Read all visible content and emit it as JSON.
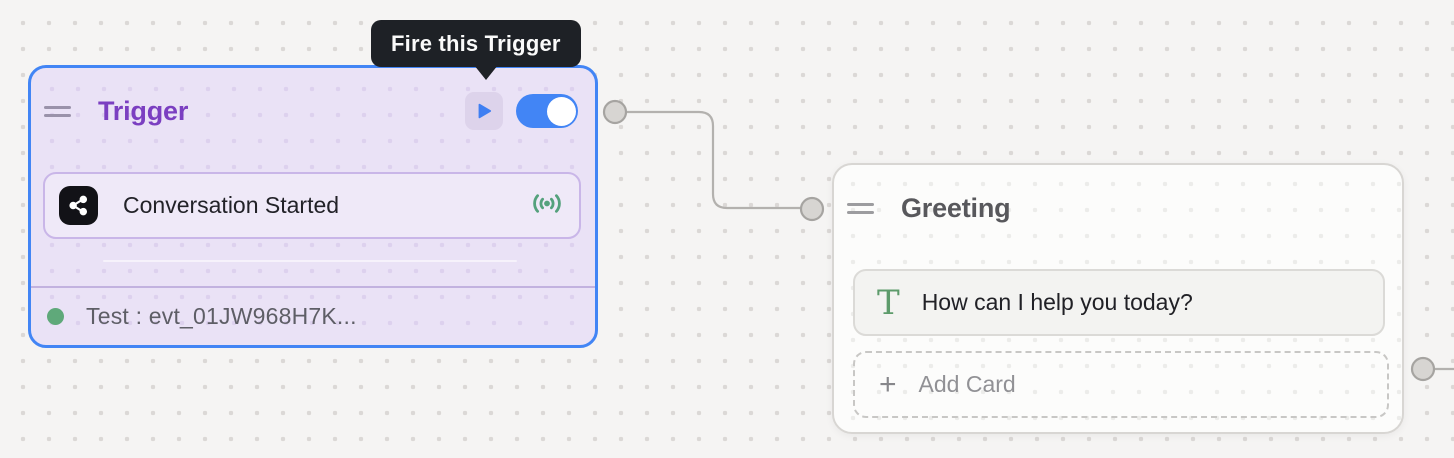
{
  "tooltip": {
    "label": "Fire this Trigger"
  },
  "trigger_node": {
    "title": "Trigger",
    "toggle_on": true,
    "event_card": {
      "label": "Conversation Started"
    },
    "footer": {
      "status_label": "Test : evt_01JW968H7K..."
    }
  },
  "greeting_node": {
    "title": "Greeting",
    "text_card": {
      "label": "How can I help you today?"
    },
    "add_card": {
      "plus": "+",
      "label": "Add Card"
    }
  },
  "icons": {
    "trigger_drag": "drag-handle-icon",
    "greeting_drag": "drag-handle-icon",
    "play": "play-icon",
    "event": "share-icon",
    "listen": "signal-waves-icon",
    "text": "text-T-icon",
    "add": "plus-icon"
  },
  "colors": {
    "canvas_bg": "#f5f4f3",
    "grid_dot": "#dbd8d6",
    "trigger_border": "#4285f5",
    "trigger_bg": "#eae2f6",
    "trigger_title": "#7b3fc1",
    "toggle_on_blue": "#4285f5",
    "tooltip_bg": "#1e2126",
    "event_card_border": "#c9b6e8",
    "signal_green": "#54a17c",
    "status_dot_green": "#5fa97a",
    "greeting_title": "#58585c",
    "text_icon_green": "#5d9b6b",
    "connection_gray": "#b3b1ae"
  }
}
